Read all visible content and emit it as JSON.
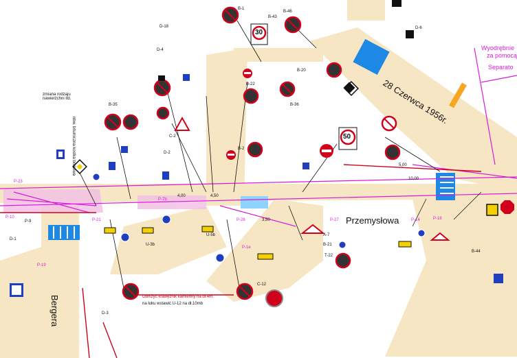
{
  "streets": {
    "czerwca": "28 Czerwca 1956r.",
    "przemyslowa": "Przemysłowa",
    "bergera": "Bergera"
  },
  "annotations": {
    "surface_change": "zmiana rodzaju nawierzchni itd.",
    "asphalt_note": "nbw. bitumiczna kostka brukowa",
    "curb_note_1": "Obniżyć krawężnik kamienny na dł.4m.",
    "curb_note_2": "na łuku wstawić U-12 na dł.10mb",
    "separation_1": "Wyodrębnie",
    "separation_2": "za pomocą",
    "separation_3": "Separato"
  },
  "dimensions": [
    "4,00",
    "4,50",
    "10,00",
    "3,50",
    "5,00"
  ],
  "sign_codes": [
    "B-1",
    "B-43",
    "B-46",
    "B-36",
    "B-20",
    "D-18",
    "D-6",
    "D-4",
    "D-2",
    "B-35",
    "A-7",
    "B-2",
    "B-21",
    "C-12",
    "D-3",
    "P-27",
    "P-7b",
    "P-14",
    "P-18",
    "P-21",
    "P-10",
    "P-19",
    "P-23",
    "P-26",
    "U-3b",
    "U-5b",
    "B-44",
    "P-1e",
    "T-22",
    "B-22",
    "C-2",
    "P-9",
    "D-1"
  ],
  "limits": [
    "30",
    "50"
  ],
  "colors": {
    "road": "#f7e6c4",
    "pink_area": "#f3c1e6",
    "crossing_blue": "#1e88e5",
    "line_magenta": "#d81bd8",
    "sign_red": "#d0021b",
    "sign_blue": "#1f3fbf",
    "sign_yellow": "#f5d000"
  }
}
